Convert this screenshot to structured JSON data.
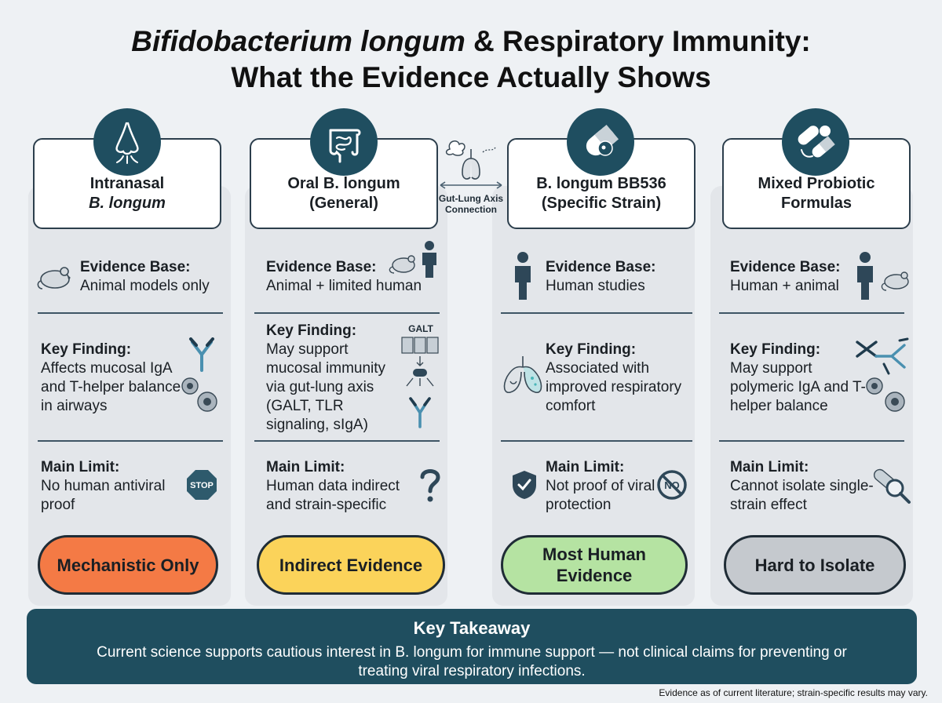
{
  "title": {
    "line1_italic": "Bifidobacterium longum",
    "line1_rest": " & Respiratory Immunity:",
    "line2": "What the Evidence Actually Shows"
  },
  "connector": {
    "label_line1": "Gut-Lung Axis",
    "label_line2": "Connection"
  },
  "columns": [
    {
      "header_line1": "Intranasal",
      "header_line2": "B. longum",
      "icon": "nose-icon",
      "evidence_label": "Evidence Base:",
      "evidence_text": "Animal models only",
      "finding_label": "Key Finding:",
      "finding_text": "Affects mucosal IgA and T-helper balance in airways",
      "limit_label": "Main Limit:",
      "limit_text": "No human antiviral proof",
      "verdict": "Mechanistic Only"
    },
    {
      "header_line1": "Oral B. longum",
      "header_line2": "(General)",
      "icon": "intestine-icon",
      "evidence_label": "Evidence Base:",
      "evidence_text": "Animal + limited human",
      "finding_label": "Key Finding:",
      "finding_text": "May support mucosal immunity via gut-lung axis (GALT, TLR signaling, sIgA)",
      "galt_label": "GALT",
      "limit_label": "Main Limit:",
      "limit_text": "Human data indirect and strain-specific",
      "verdict": "Indirect Evidence"
    },
    {
      "header_line1": "B. longum BB536",
      "header_line2": "(Specific Strain)",
      "icon": "capsule-icon",
      "evidence_label": "Evidence Base:",
      "evidence_text": "Human studies",
      "finding_label": "Key Finding:",
      "finding_text": "Associated with improved respiratory comfort",
      "limit_label": "Main Limit:",
      "limit_text": "Not proof of viral protection",
      "verdict": "Most Human Evidence"
    },
    {
      "header_line1": "Mixed Probiotic",
      "header_line2": "Formulas",
      "icon": "pills-icon",
      "evidence_label": "Evidence Base:",
      "evidence_text": "Human + animal",
      "finding_label": "Key Finding:",
      "finding_text": "May support polymeric IgA and T-helper balance",
      "limit_label": "Main Limit:",
      "limit_text": "Cannot isolate single-strain effect",
      "verdict": "Hard to Isolate"
    }
  ],
  "stop_sign_text": "STOP",
  "no_sign_text": "NO",
  "takeaway": {
    "title": "Key Takeaway",
    "text": "Current science supports cautious interest in B. longum for immune support — not clinical claims for preventing or treating viral respiratory infections."
  },
  "footnote": "Evidence as of current literature; strain-specific results may vary.",
  "colors": {
    "dark_teal": "#1f4e60",
    "mechanistic": "#f47a45",
    "indirect": "#fbd35a",
    "most_human": "#b5e3a2",
    "hard": "#c5c9ce"
  }
}
